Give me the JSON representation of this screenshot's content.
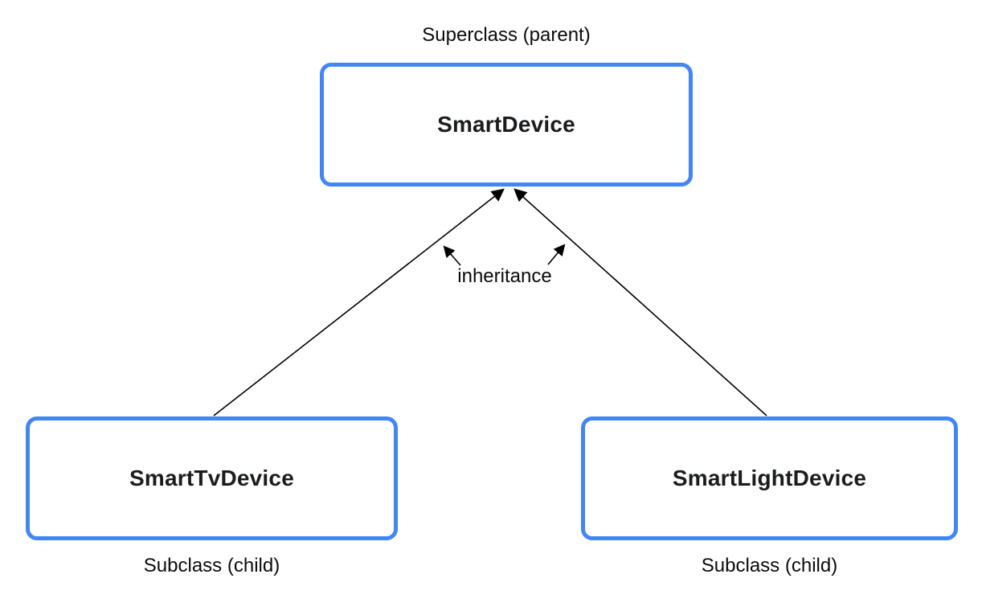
{
  "diagram": {
    "superclass": {
      "role_label": "Superclass (parent)",
      "name": "SmartDevice"
    },
    "subclasses": [
      {
        "name": "SmartTvDevice",
        "role_label": "Subclass (child)"
      },
      {
        "name": "SmartLightDevice",
        "role_label": "Subclass (child)"
      }
    ],
    "relationship_label": "inheritance",
    "colors": {
      "box_border": "#4285F4",
      "box_fill": "#FFFFFF",
      "text": "#0B0B0B",
      "arrow": "#000000"
    }
  }
}
